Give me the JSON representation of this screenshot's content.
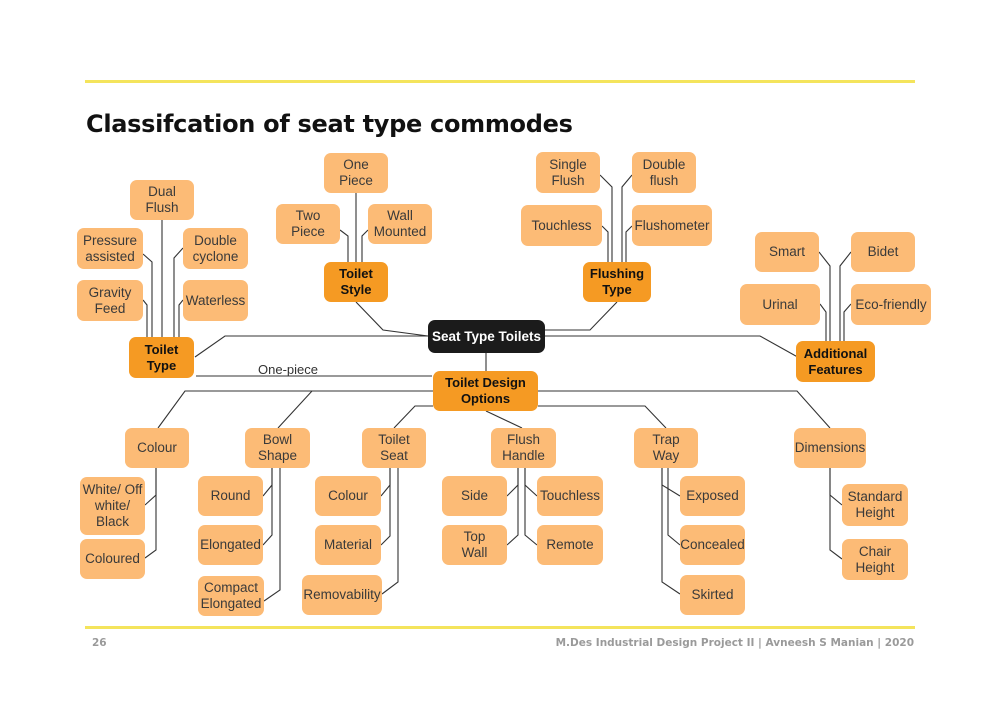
{
  "title": "Classifcation of seat type commodes",
  "root": "Seat Type Toilets",
  "edge_label": "One-piece",
  "colors": {
    "accent_rule": "#f4e45c",
    "category": "#f59a23",
    "leaf": "#fcbb76",
    "root": "#1b1b1b"
  },
  "branches": {
    "toilet_type": {
      "label": "Toilet\nType",
      "items": [
        "Dual\nFlush",
        "Pressure\nassisted",
        "Double\ncyclone",
        "Gravity\nFeed",
        "Waterless"
      ]
    },
    "toilet_style": {
      "label": "Toilet\nStyle",
      "items": [
        "One\nPiece",
        "Two\nPiece",
        "Wall\nMounted"
      ]
    },
    "flushing_type": {
      "label": "Flushing\nType",
      "items": [
        "Single\nFlush",
        "Double\nflush",
        "Touchless",
        "Flushometer"
      ]
    },
    "additional_features": {
      "label": "Additional\nFeatures",
      "items": [
        "Smart",
        "Bidet",
        "Urinal",
        "Eco-friendly"
      ]
    },
    "toilet_design_options": {
      "label": "Toilet Design\nOptions",
      "groups": {
        "colour": {
          "label": "Colour",
          "items": [
            "White/ Off\nwhite/\nBlack",
            "Coloured"
          ]
        },
        "bowl_shape": {
          "label": "Bowl\nShape",
          "items": [
            "Round",
            "Elongated",
            "Compact\nElongated"
          ]
        },
        "toilet_seat": {
          "label": "Toilet\nSeat",
          "items": [
            "Colour",
            "Material",
            "Removability"
          ]
        },
        "flush_handle": {
          "label": "Flush\nHandle",
          "items": [
            "Side",
            "Touchless",
            "Top\nWall",
            "Remote"
          ]
        },
        "trap_way": {
          "label": "Trap\nWay",
          "items": [
            "Exposed",
            "Concealed",
            "Skirted"
          ]
        },
        "dimensions": {
          "label": "Dimensions",
          "items": [
            "Standard\nHeight",
            "Chair\nHeight"
          ]
        }
      }
    }
  },
  "footer": {
    "page": "26",
    "credit": "M.Des Industrial Design Project II | Avneesh S Manian | 2020"
  }
}
